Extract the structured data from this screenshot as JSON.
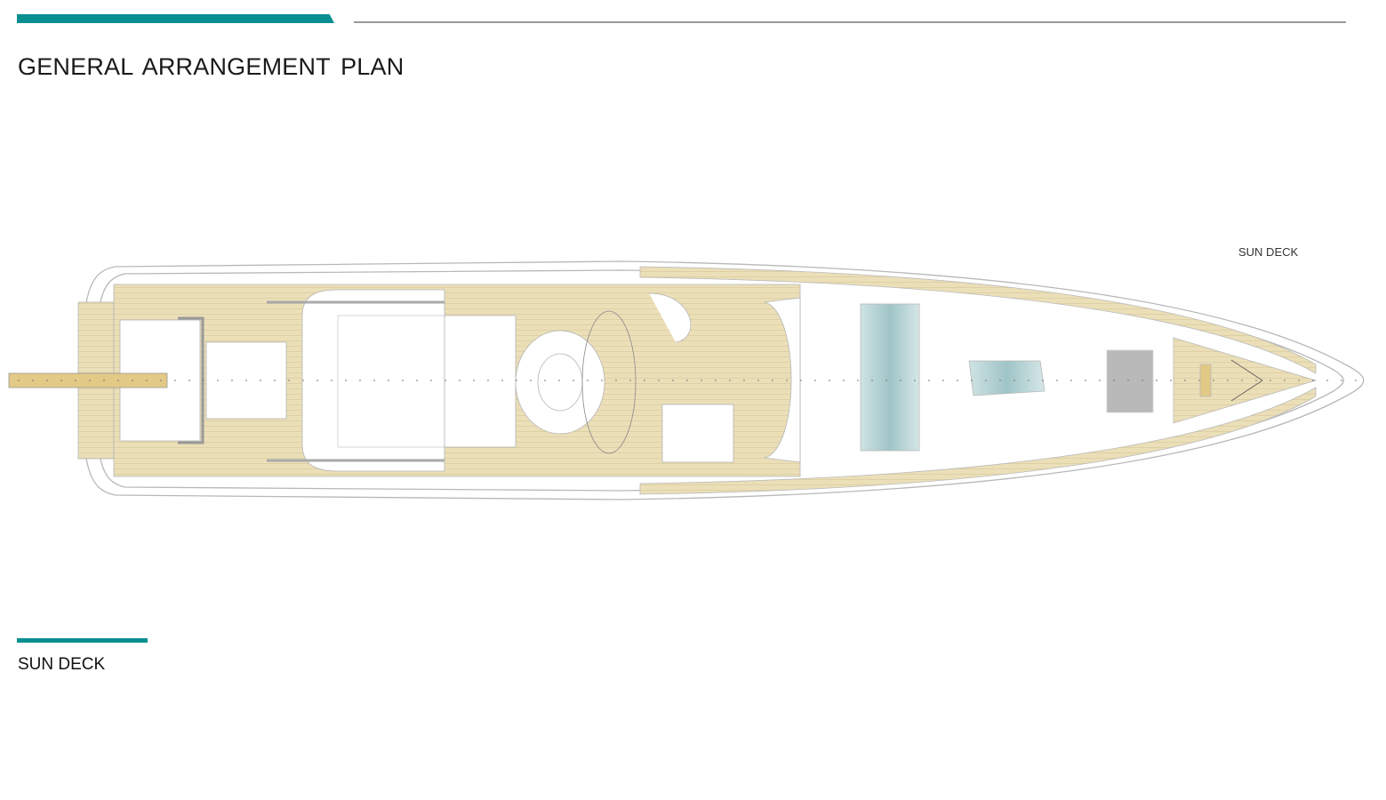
{
  "header": {
    "title": "GENERAL  ARRANGEMENT PLAN"
  },
  "plan": {
    "deck_label": "SUN DECK"
  },
  "footer": {
    "caption": "SUN DECK"
  },
  "colors": {
    "accent": "#0a8f91",
    "teak": "#ebdfb8",
    "line": "#b8b8b8"
  }
}
